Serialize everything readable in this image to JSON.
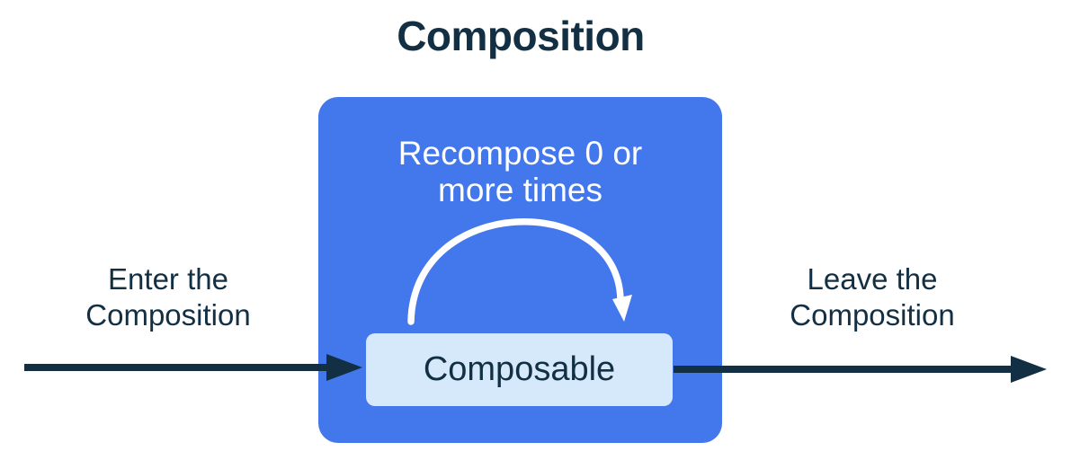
{
  "title": "Composition",
  "colors": {
    "composition_bg": "#4377EC",
    "composable_bg": "#D5E9FB",
    "ink": "#132F43",
    "arc": "#FFFFFF",
    "page_bg": "#FFFFFF"
  },
  "composition": {
    "recompose_line1": "Recompose 0 or",
    "recompose_line2": "more times",
    "composable_label": "Composable"
  },
  "labels": {
    "enter_line1": "Enter the",
    "enter_line2": "Composition",
    "leave_line1": "Leave the",
    "leave_line2": "Composition"
  }
}
